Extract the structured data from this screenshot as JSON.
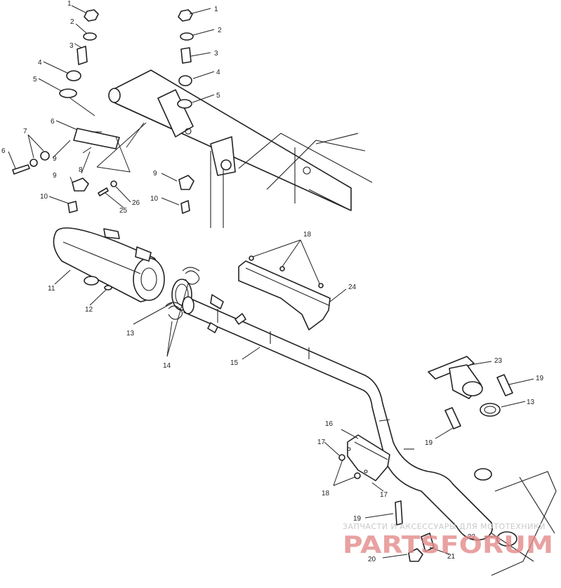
{
  "callouts": [
    "1",
    "2",
    "3",
    "4",
    "5",
    "6",
    "7",
    "8",
    "9",
    "10",
    "11",
    "12",
    "13",
    "14",
    "15",
    "16",
    "17",
    "18",
    "19",
    "20",
    "21",
    "22",
    "23",
    "24",
    "25",
    "26"
  ],
  "watermark": {
    "tagline": "ЗАПЧАСТИ И АКСЕССУАРЫ ДЛЯ МОТОТЕХНИКИ",
    "logo": "PARTSFORUM",
    "logo_color": "#e48a8a"
  }
}
